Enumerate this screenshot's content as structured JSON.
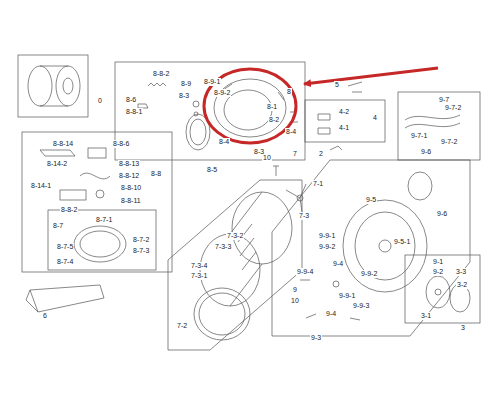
{
  "diagram": {
    "labels": [
      "0",
      "8-8-2",
      "8-9",
      "8-3",
      "8-6",
      "8-8-1",
      "8-9-1",
      "8-9-2",
      "8",
      "8-1",
      "8-2",
      "8-4",
      "8-3",
      "8-4",
      "8-5",
      "10",
      "5",
      "4-2",
      "4-1",
      "4",
      "2",
      "9-7",
      "9-7-2",
      "9-7-1",
      "9-7-2",
      "9-6",
      "8-8-14",
      "8-8-6",
      "8-14-2",
      "8-8-13",
      "8-14-1",
      "8-8-12",
      "8-8",
      "8-8-10",
      "8-8-11",
      "8-8-2",
      "8-7",
      "8-7-1",
      "8-7-2",
      "8-7-3",
      "8-7-5",
      "8-7-4",
      "6",
      "7",
      "7-1",
      "7-3",
      "7-3-2",
      "7-3-3",
      "7-3-4",
      "7-3-1",
      "7-2",
      "9",
      "10",
      "9-5",
      "9-6",
      "9-5-1",
      "9-1",
      "9-2",
      "9-9-1",
      "9-9-2",
      "9-4",
      "9-9-4",
      "9-9-2",
      "9-9-1",
      "9-9-3",
      "9-4",
      "9-3",
      "3-3",
      "3-2",
      "3-1",
      "3"
    ]
  }
}
